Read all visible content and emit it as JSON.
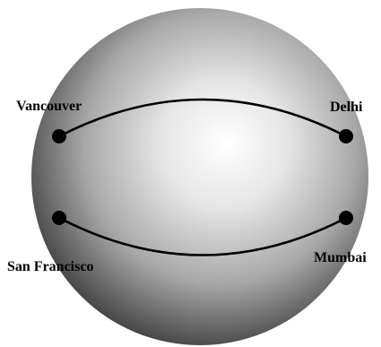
{
  "cities": {
    "vancouver": "Vancouver",
    "delhi": "Delhi",
    "san_francisco": "San Francisco",
    "mumbai": "Mumbai"
  },
  "colors": {
    "sphere_highlight": "#ffffff",
    "sphere_mid": "#c8c8c8",
    "sphere_shadow": "#3a3a3a",
    "route": "#000000",
    "marker": "#000000"
  }
}
